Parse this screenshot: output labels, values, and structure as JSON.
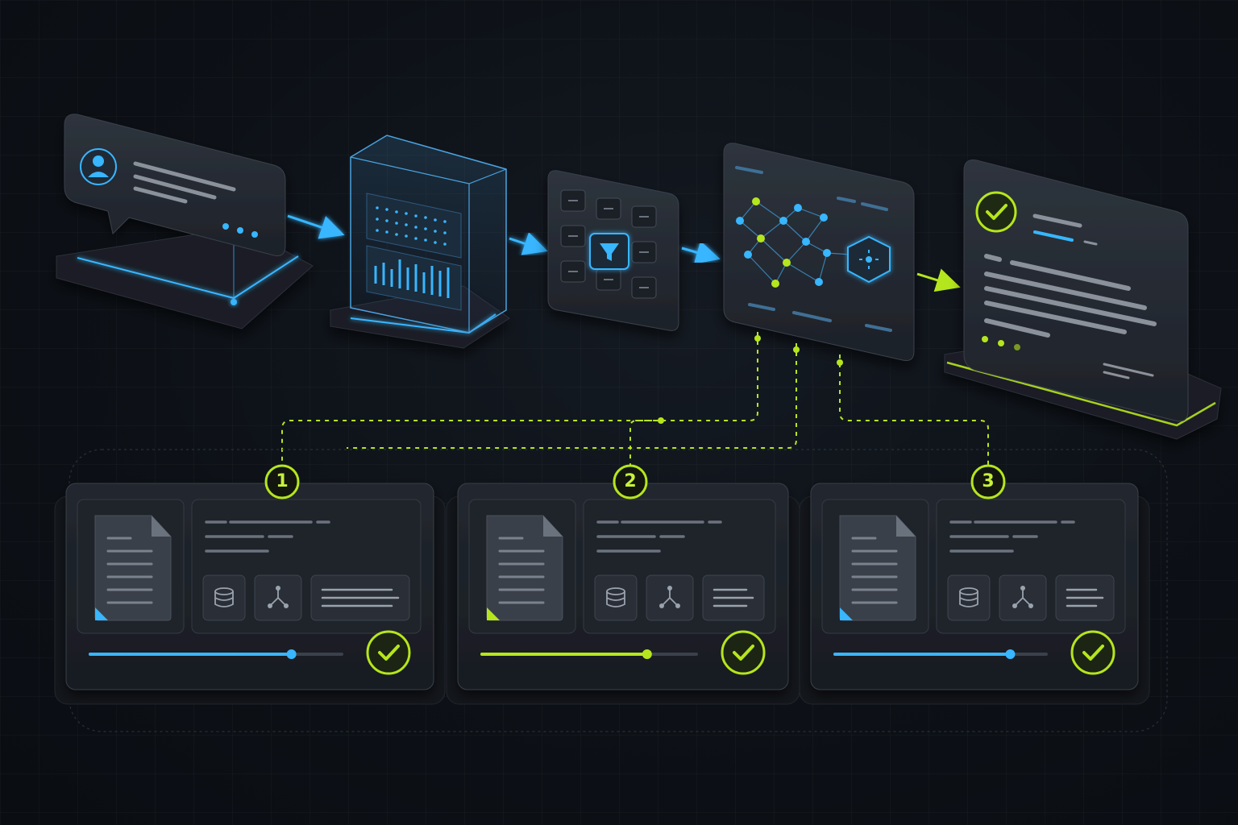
{
  "colors": {
    "background": "#0d1117",
    "accent_blue": "#38b6ff",
    "accent_green": "#b5e61d",
    "panel": "#262b33",
    "panel_dark": "#1b1f26",
    "text_line": "#8a919b"
  },
  "pipeline": [
    {
      "name": "chat-message",
      "icon": "user-icon"
    },
    {
      "name": "data-store",
      "icon": "database-cube-icon"
    },
    {
      "name": "filter-grid",
      "icon": "funnel-icon"
    },
    {
      "name": "knowledge-graph",
      "icon": "network-graph-icon"
    },
    {
      "name": "verified-response",
      "icon": "check-icon"
    }
  ],
  "results": [
    {
      "badge": "1",
      "progress": 0.8,
      "accent": "#38b6ff",
      "icons": [
        "document-icon",
        "database-icon",
        "hierarchy-icon",
        "text-lines-icon",
        "check-icon"
      ]
    },
    {
      "badge": "2",
      "progress": 0.77,
      "accent": "#b5e61d",
      "icons": [
        "document-icon",
        "database-icon",
        "hierarchy-icon",
        "text-lines-icon",
        "check-icon"
      ]
    },
    {
      "badge": "3",
      "progress": 0.83,
      "accent": "#38b6ff",
      "icons": [
        "document-icon",
        "database-icon",
        "hierarchy-icon",
        "text-lines-icon",
        "check-icon"
      ]
    }
  ]
}
